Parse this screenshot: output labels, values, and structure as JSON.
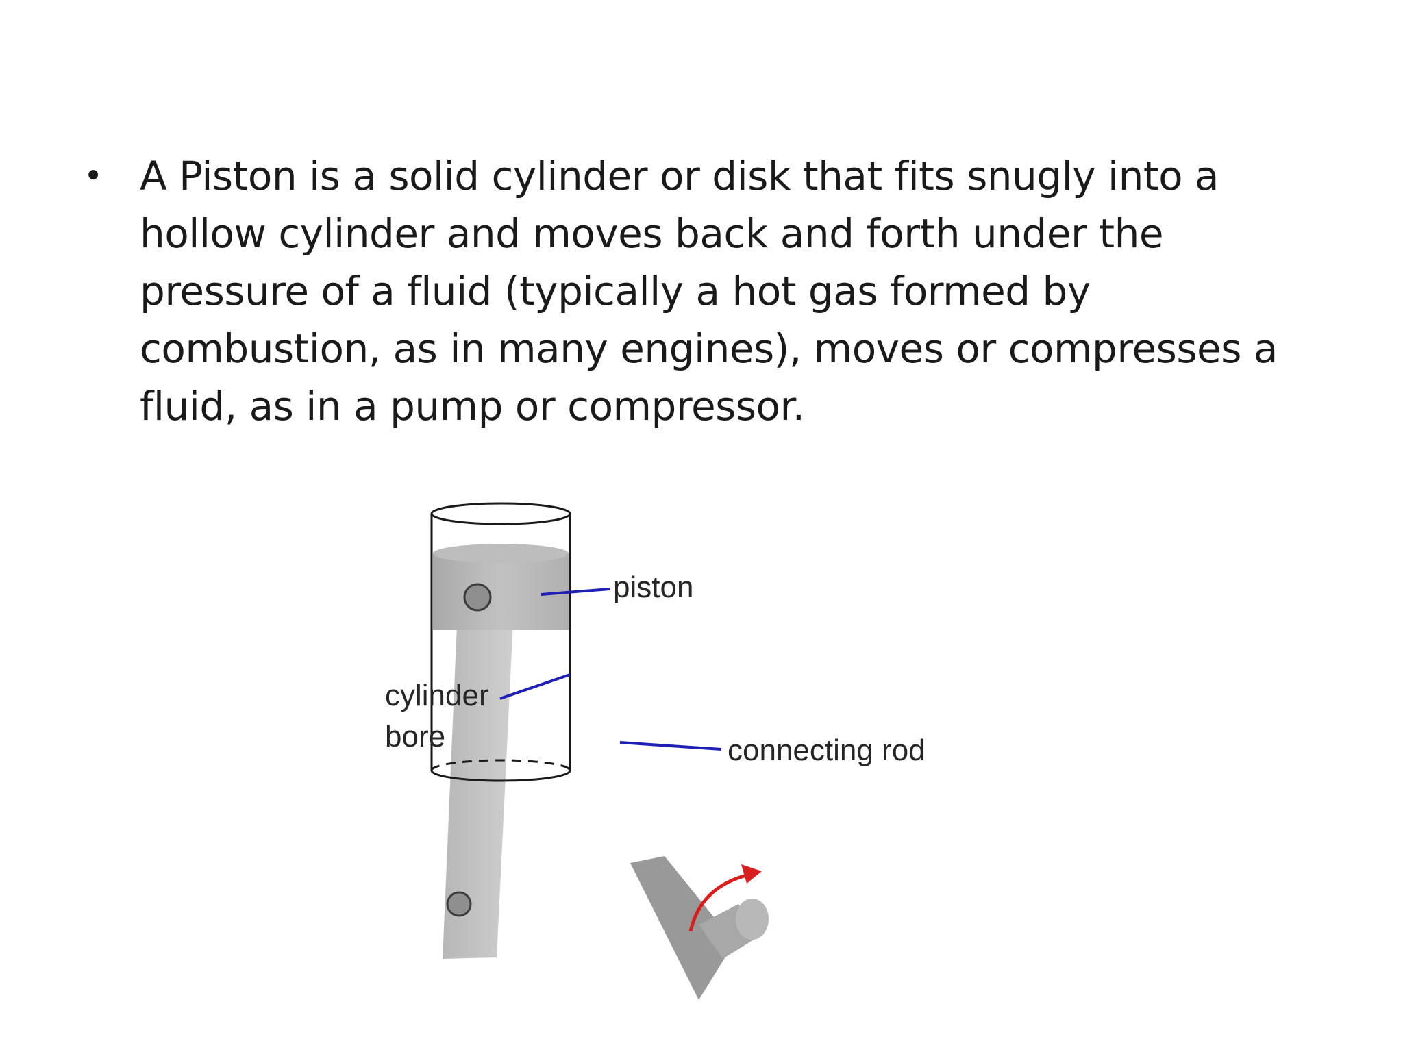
{
  "slide": {
    "bullet_text": "A Piston is a solid cylinder or disk that fits snugly into a hollow cylinder and moves back and forth under the pressure of a fluid (typically a hot gas formed by combustion, as in many engines),  moves or compresses a fluid, as in a pump or compressor."
  },
  "diagram": {
    "labels": {
      "piston": "piston",
      "cylinder_bore_line1": "cylinder",
      "cylinder_bore_line2": "bore",
      "connecting_rod": "connecting rod"
    },
    "colors": {
      "leader_lines": "#1f1fb4",
      "rotation_arrow": "#d61f1f",
      "parts_gray": "#b4b4b4",
      "outline": "#1a1a1a"
    },
    "icons": {
      "rotation": "curved-arrow-icon"
    }
  }
}
